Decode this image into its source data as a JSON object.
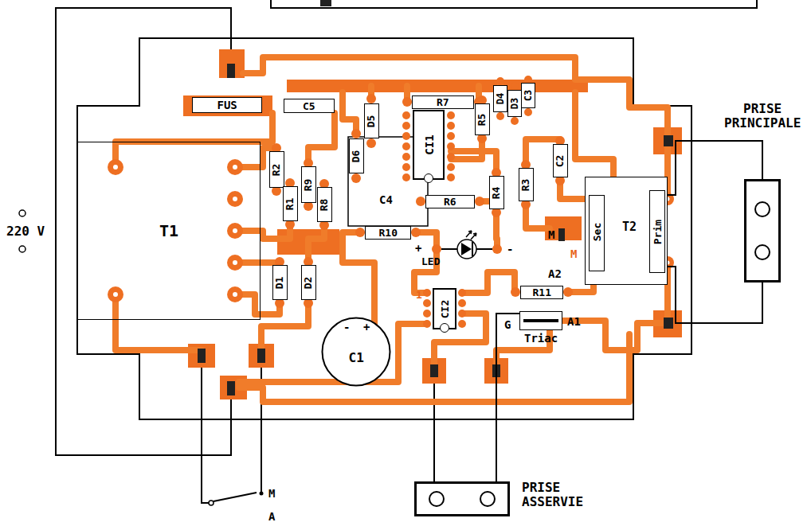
{
  "diagram": {
    "nodes": [
      {
        "text": [
          "FUS"
        ]
      },
      {
        "text": [
          "C5"
        ]
      },
      {
        "text": [
          "D5"
        ]
      },
      {
        "text": [
          "R7"
        ]
      },
      {
        "text": [
          "D4"
        ]
      },
      {
        "text": [
          "D3"
        ]
      },
      {
        "text": [
          "C3"
        ]
      },
      {
        "text": [
          "CI1"
        ]
      },
      {
        "text": [
          "R5"
        ]
      },
      {
        "text": [
          "R2"
        ]
      },
      {
        "text": [
          "D6"
        ]
      },
      {
        "text": [
          "C2"
        ]
      },
      {
        "text": [
          "R1"
        ]
      },
      {
        "text": [
          "R9"
        ]
      },
      {
        "text": [
          "R8"
        ]
      },
      {
        "text": [
          "R6"
        ]
      },
      {
        "text": [
          "R4"
        ]
      },
      {
        "text": [
          "R3"
        ]
      },
      {
        "text": [
          "T1"
        ]
      },
      {
        "text": [
          "R10"
        ]
      },
      {
        "text": [
          "Sec",
          "T2",
          "Prim"
        ]
      },
      {
        "text": [
          "D1"
        ]
      },
      {
        "text": [
          "D2"
        ]
      },
      {
        "text": [
          "CI2"
        ]
      },
      {
        "text": [
          "R11"
        ]
      },
      {
        "text": [
          "Triac"
        ]
      },
      {
        "text": [
          "C1"
        ]
      },
      {
        "text": [
          "PRISE PRINCIPALE"
        ]
      },
      {
        "text": [
          "PRISE ASSERVIE"
        ]
      }
    ],
    "edges": [
      {
        "from": 20,
        "to": 27,
        "arrow": "none"
      },
      {
        "from": 20,
        "to": 27,
        "arrow": "none"
      },
      {
        "from": 25,
        "to": 28,
        "arrow": "none"
      }
    ],
    "labels": [
      "220 V",
      "C4",
      "+",
      "LED",
      "-",
      "M",
      "M",
      "A2",
      "G",
      "A1",
      "1",
      "-",
      "+",
      "M",
      "A"
    ]
  }
}
